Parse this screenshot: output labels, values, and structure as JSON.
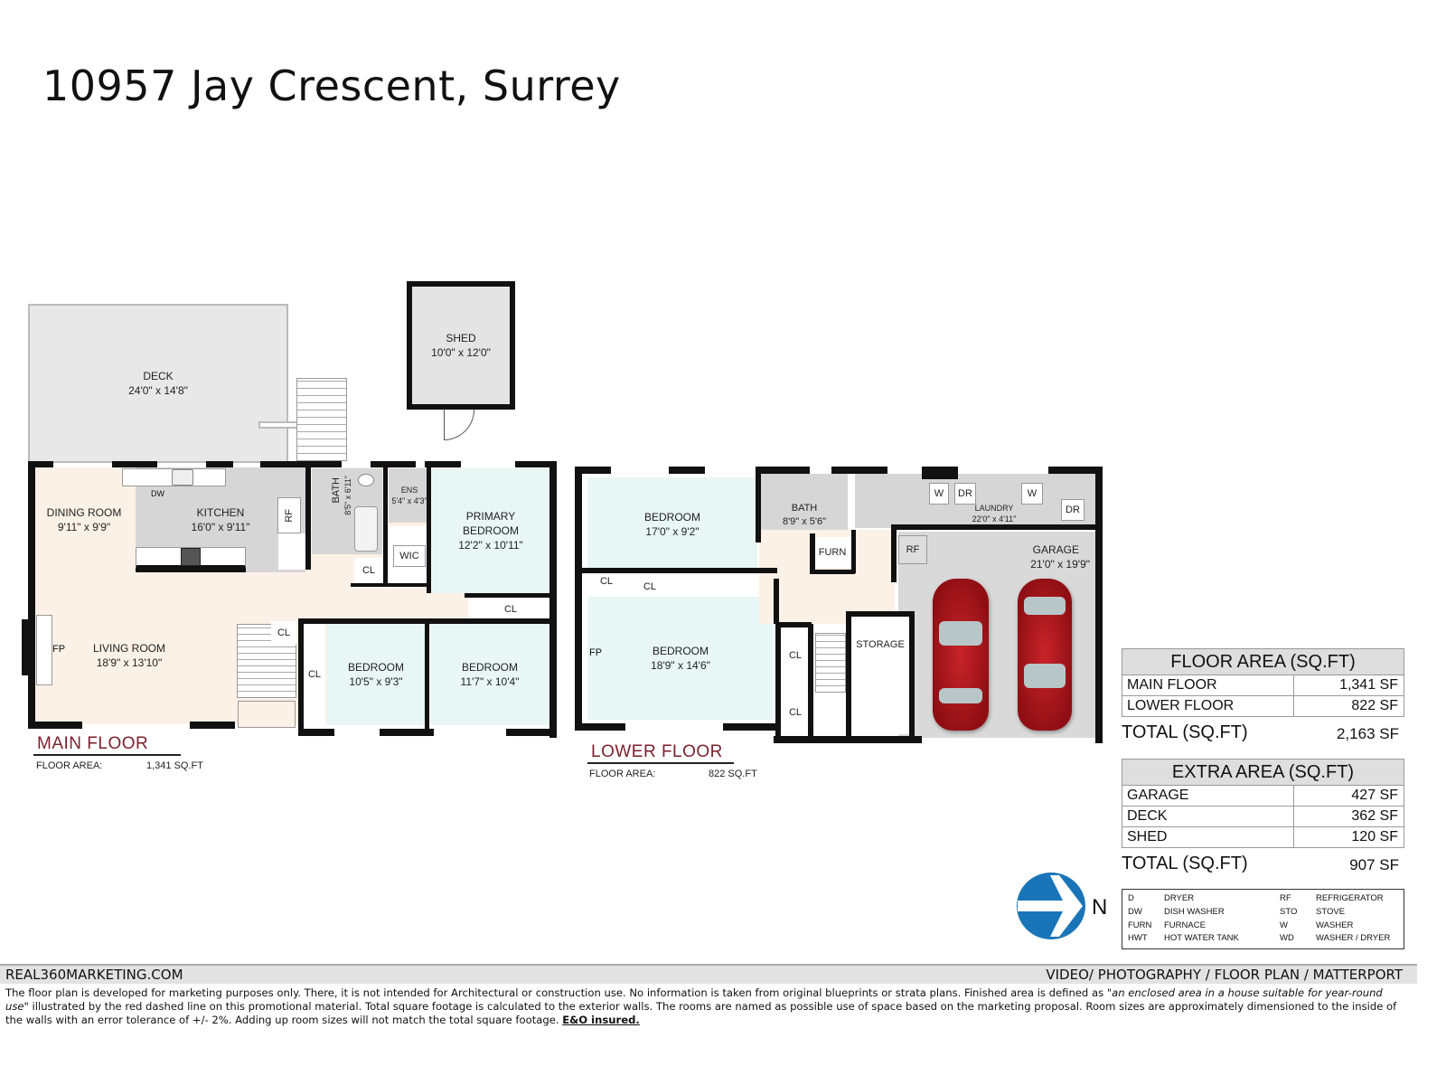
{
  "title": "10957 Jay Crescent, Surrey",
  "main_floor": {
    "label": "MAIN FLOOR",
    "floor_area_label": "FLOOR AREA:",
    "floor_area_value": "1,341 SQ.FT",
    "rooms": {
      "deck": {
        "name": "DECK",
        "size": "24'0\" x 14'8\""
      },
      "shed": {
        "name": "SHED",
        "size": "10'0\" x 12'0\""
      },
      "dining": {
        "name": "DINING ROOM",
        "size": "9'11\" x 9'9\""
      },
      "kitchen": {
        "name": "KITCHEN",
        "size": "16'0\" x 9'11\""
      },
      "dw": "DW",
      "rf": "RF",
      "bath": {
        "name": "BATH",
        "size": "8'5\" x 6'11\""
      },
      "ens": {
        "name": "ENS",
        "size": "5'4\" x 4'3\""
      },
      "primary": {
        "name": "PRIMARY BEDROOM",
        "size": "12'2\" x 10'11\""
      },
      "wic": "WIC",
      "cl": "CL",
      "living": {
        "name": "LIVING ROOM",
        "size": "18'9\" x 13'10\""
      },
      "fp": "FP",
      "bedroom1": {
        "name": "BEDROOM",
        "size": "10'5\" x 9'3\""
      },
      "bedroom2": {
        "name": "BEDROOM",
        "size": "11'7\" x 10'4\""
      }
    }
  },
  "lower_floor": {
    "label": "LOWER FLOOR",
    "floor_area_label": "FLOOR AREA:",
    "floor_area_value": "822 SQ.FT",
    "rooms": {
      "bedroom1": {
        "name": "BEDROOM",
        "size": "17'0\" x 9'2\""
      },
      "bath": {
        "name": "BATH",
        "size": "8'9\" x 5'6\""
      },
      "laundry": {
        "name": "LAUNDRY",
        "size": "22'0\" x 4'11\""
      },
      "w": "W",
      "dr": "DR",
      "furn": "FURN",
      "rf": "RF",
      "garage": {
        "name": "GARAGE",
        "size": "21'0\" x 19'9\""
      },
      "cl": "CL",
      "bedroom2": {
        "name": "BEDROOM",
        "size": "18'9\" x 14'6\""
      },
      "fp": "FP",
      "storage": "STORAGE"
    }
  },
  "floor_area_table": {
    "header": "FLOOR AREA (SQ.FT)",
    "rows": [
      {
        "label": "MAIN FLOOR",
        "value": "1,341 SF"
      },
      {
        "label": "LOWER FLOOR",
        "value": "822 SF"
      }
    ],
    "total_label": "TOTAL (SQ.FT)",
    "total_value": "2,163 SF"
  },
  "extra_area_table": {
    "header": "EXTRA AREA (SQ.FT)",
    "rows": [
      {
        "label": "GARAGE",
        "value": "427 SF"
      },
      {
        "label": "DECK",
        "value": "362 SF"
      },
      {
        "label": "SHED",
        "value": "120 SF"
      }
    ],
    "total_label": "TOTAL (SQ.FT)",
    "total_value": "907 SF"
  },
  "compass": {
    "label": "N",
    "icon": "north-arrow-icon",
    "color": "#1a75b8"
  },
  "legend": [
    {
      "abbr": "D",
      "meaning": "DRYER",
      "abbr2": "RF",
      "meaning2": "REFRIGERATOR"
    },
    {
      "abbr": "DW",
      "meaning": "DISH WASHER",
      "abbr2": "STO",
      "meaning2": "STOVE"
    },
    {
      "abbr": "FURN",
      "meaning": "FURNACE",
      "abbr2": "W",
      "meaning2": "WASHER"
    },
    {
      "abbr": "HWT",
      "meaning": "HOT WATER TANK",
      "abbr2": "WD",
      "meaning2": "WASHER / DRYER"
    }
  ],
  "footer": {
    "website": "REAL360MARKETING.COM",
    "services": "VIDEO/ PHOTOGRAPHY / FLOOR PLAN / MATTERPORT",
    "disclaimer_part1": "The floor plan is developed for marketing purposes only. There, it is not intended for Architectural or construction use. No information is  taken from original blueprints or strata plans. Finished area is defined as  ",
    "disclaimer_italic": "\"an enclosed area in a house suitable for year-round use\"",
    "disclaimer_part2": " illustrated by the red dashed line on this promotional material. Total square footage is calculated to the exterior walls. The rooms are named as possible use of space based on the marketing proposal. Room sizes are approximately dimensioned to the inside of the walls with an error tolerance of +/- 2%. Adding up room sizes will not match the total square footage. ",
    "disclaimer_bold": "E&O insured."
  },
  "colors": {
    "wall": "#111111",
    "floor_label": "#7a1f2b",
    "bedroom_fill": "#e9f6f6",
    "living_fill": "#fcf1e6",
    "service_fill": "#d6d6d6",
    "car": "#b51c22"
  }
}
